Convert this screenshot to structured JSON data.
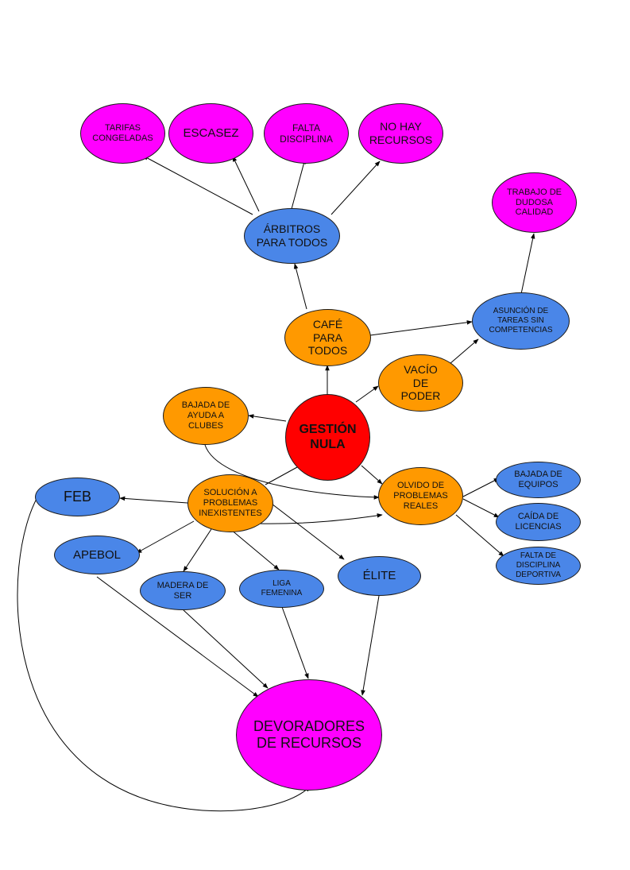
{
  "colors": {
    "magenta": "#ff00ff",
    "blue": "#4a86e8",
    "orange": "#ff9900",
    "red": "#ff0000",
    "edge": "#000000"
  },
  "nodes": {
    "tarifas": "TARIFAS\nCONGELADAS",
    "escasez": "ESCASEZ",
    "falta_disciplina": "FALTA\nDISCIPLINA",
    "no_hay_recursos": "NO HAY\nRECURSOS",
    "trabajo_dudosa": "TRABAJO DE\nDUDOSA\nCALIDAD",
    "arbitros": "ÁRBITROS\nPARA TODOS",
    "asuncion": "ASUNCIÓN DE\nTAREAS SIN\nCOMPETENCIAS",
    "cafe": "CAFÉ\nPARA\nTODOS",
    "vacio": "VACÍO\nDE\nPODER",
    "bajada_ayuda": "BAJADA DE\nAYUDA A\nCLUBES",
    "gestion": "GESTIÓN\nNULA",
    "feb": "FEB",
    "solucion": "SOLUCIÓN A\nPROBLEMAS\nINEXISTENTES",
    "olvido": "OLVIDO DE\nPROBLEMAS\nREALES",
    "bajada_equipos": "BAJADA DE\nEQUIPOS",
    "caida_licencias": "CAÍDA DE\nLICENCIAS",
    "falta_disciplina_deportiva": "FALTA DE\nDISCIPLINA\nDEPORTIVA",
    "apebol": "APEBOL",
    "madera": "MADERA DE\nSER",
    "liga_femenina": "LIGA\nFEMENINA",
    "elite": "ÉLITE",
    "devoradores": "DEVORADORES\nDE RECURSOS"
  }
}
